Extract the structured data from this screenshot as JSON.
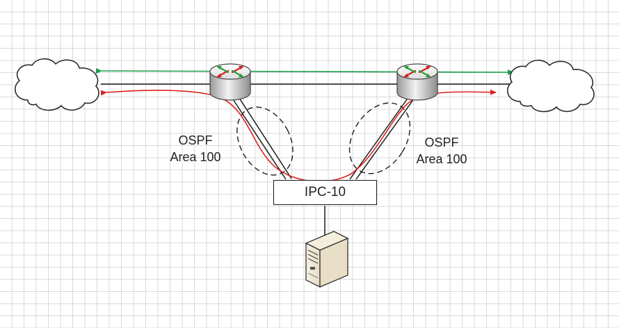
{
  "area_labels": {
    "left": {
      "line1": "OSPF",
      "line2": "Area 100"
    },
    "right": {
      "line1": "OSPF",
      "line2": "Area 100"
    }
  },
  "device": {
    "label": "IPC-10"
  },
  "colors": {
    "red_path": "#e02020",
    "green_path": "#1a9e4a",
    "router_arrow_red": "#d42020",
    "router_arrow_green": "#2a9d3a",
    "link": "#1a1a1a",
    "grid": "#d9d9d9"
  },
  "icons": [
    "cloud-icon",
    "router-icon",
    "server-icon"
  ]
}
